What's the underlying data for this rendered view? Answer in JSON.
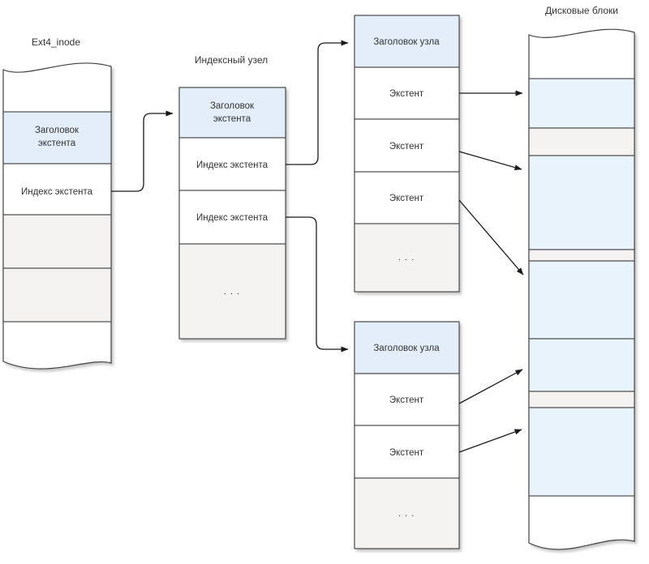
{
  "inode": {
    "title": "Ext4_inode",
    "header_line1": "Заголовок",
    "header_line2": "экстента",
    "index_label": "Индекс экстента"
  },
  "index_node": {
    "title": "Индексный узел",
    "header_line1": "Заголовок",
    "header_line2": "экстента",
    "index1_label": "Индекс экстента",
    "index2_label": "Индекс экстента",
    "ellipsis": ". . ."
  },
  "leaf_top": {
    "header": "Заголовок узла",
    "extent1": "Экстент",
    "extent2": "Экстент",
    "extent3": "Экстент",
    "ellipsis": ". . ."
  },
  "leaf_bottom": {
    "header": "Заголовок узла",
    "extent1": "Экстент",
    "extent2": "Экстент",
    "ellipsis": ". . ."
  },
  "disk": {
    "title": "Дисковые блоки"
  },
  "colors": {
    "header_fill": "#e3eefa",
    "block_fill": "#e9f3fc",
    "muted_fill": "#f4f3f2",
    "stroke": "#3f3f3f",
    "arrow": "#1a1a1a",
    "text": "#333333"
  }
}
